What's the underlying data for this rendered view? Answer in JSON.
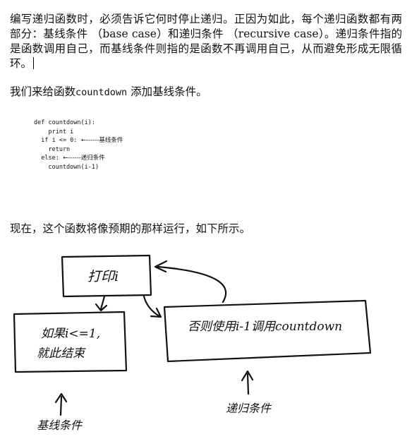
{
  "paragraph": {
    "text": "编写递归函数时，必须告诉它何时停止递归。正因为如此，每个递归函数都有两部分：基线条件 （base case）和递归条件 （recursive case）。递归条件指的是函数调用自己，而基线条件则指的是函数不再调用自己，从而避免形成无限循环。"
  },
  "intro": {
    "before": "我们来给函数",
    "func": "countdown",
    "after": " 添加基线条件。"
  },
  "code": {
    "line1": "def countdown(i):",
    "line2": "    print i",
    "line3": "  if i <= 0:",
    "line3_comment": "  ←------基线条件",
    "line4": "    return",
    "line5": "  else:",
    "line5_comment": "  ←------递归条件",
    "line6": "    countdown(i-1)"
  },
  "outro": {
    "text": "现在，这个函数将像预期的那样运行，如下所示。"
  },
  "diagram": {
    "print_box": "打印i",
    "base_box_line1": "如果i<=1,",
    "base_box_line2": "就此结束",
    "recurse_box": "否则使用i-1调用countdown",
    "base_label": "基线条件",
    "recurse_label": "递归条件"
  }
}
